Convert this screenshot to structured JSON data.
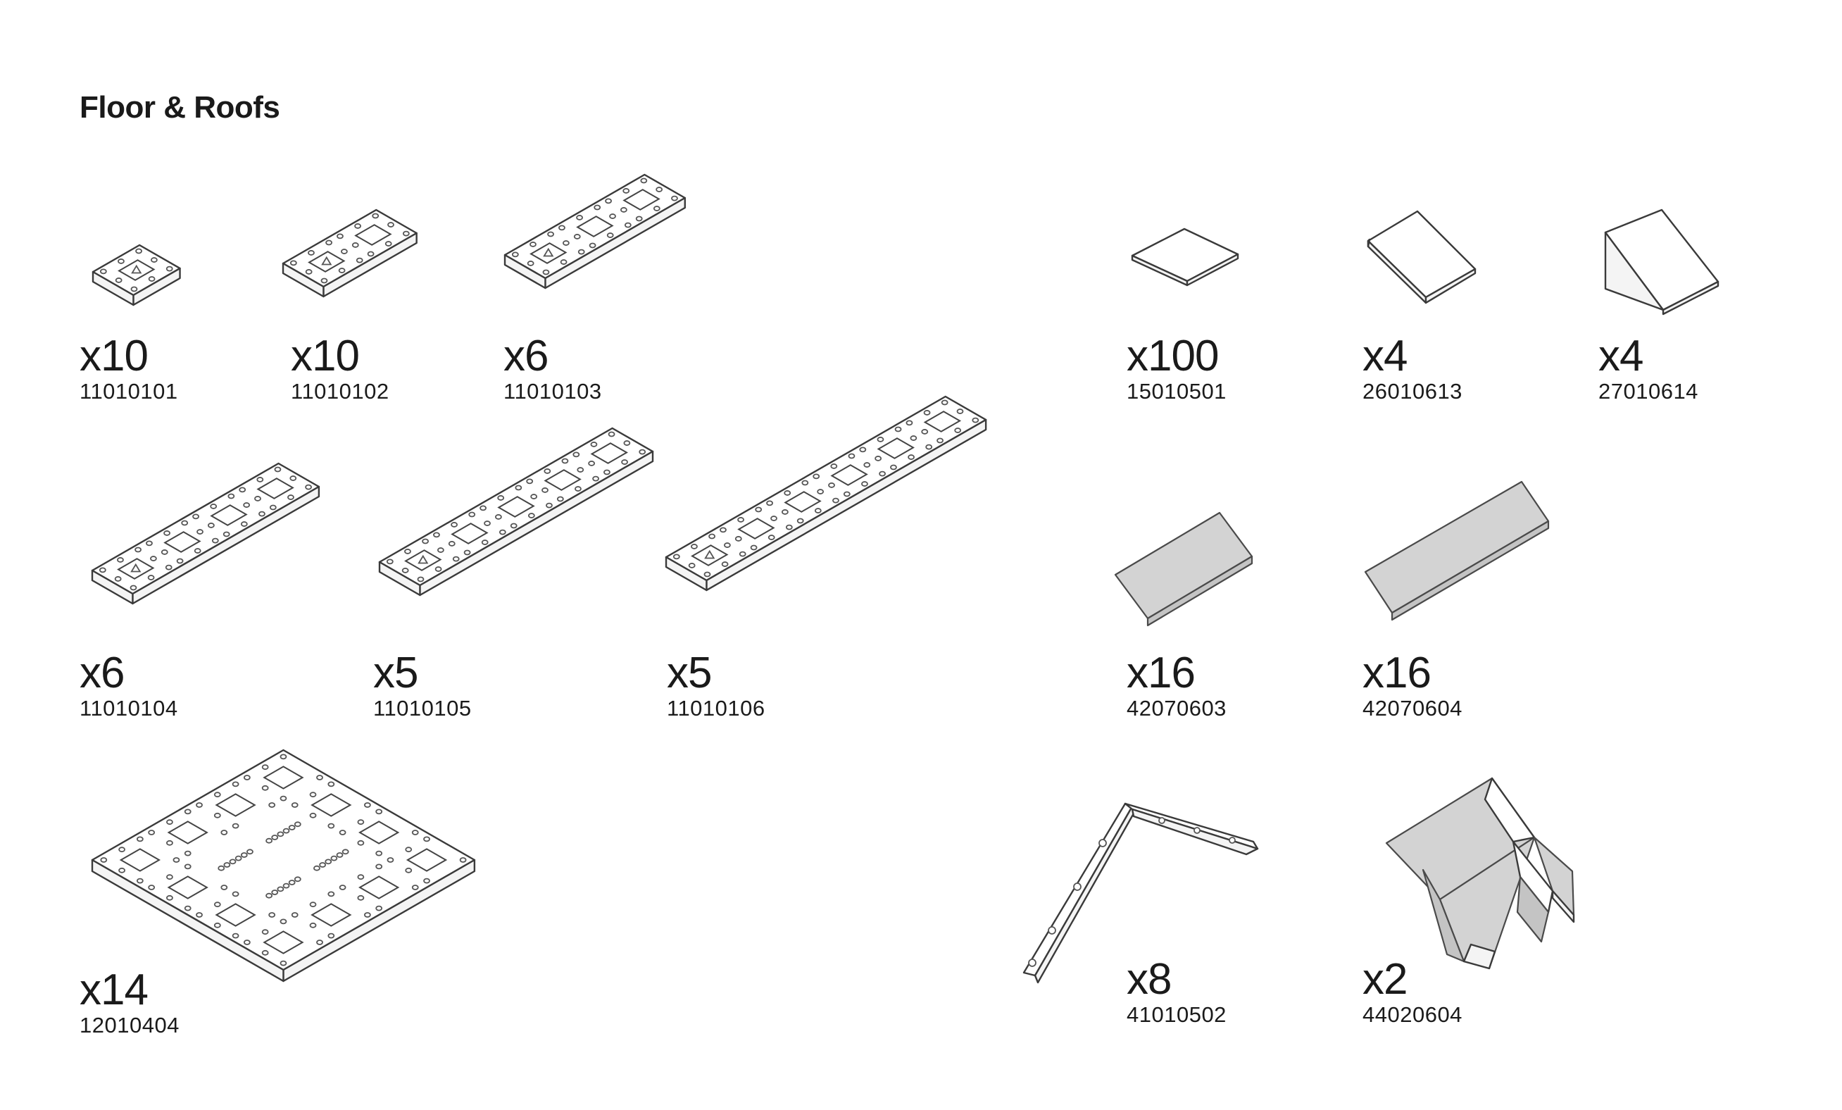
{
  "page": {
    "title": "Floor & Roofs"
  },
  "parts": [
    {
      "id": "p1",
      "quantity": "x10",
      "code": "11010101"
    },
    {
      "id": "p2",
      "quantity": "x10",
      "code": "11010102"
    },
    {
      "id": "p3",
      "quantity": "x6",
      "code": "11010103"
    },
    {
      "id": "p4",
      "quantity": "x100",
      "code": "15010501"
    },
    {
      "id": "p5",
      "quantity": "x4",
      "code": "26010613"
    },
    {
      "id": "p6",
      "quantity": "x4",
      "code": "27010614"
    },
    {
      "id": "p7",
      "quantity": "x6",
      "code": "11010104"
    },
    {
      "id": "p8",
      "quantity": "x5",
      "code": "11010105"
    },
    {
      "id": "p9",
      "quantity": "x5",
      "code": "11010106"
    },
    {
      "id": "p10",
      "quantity": "x16",
      "code": "42070603"
    },
    {
      "id": "p11",
      "quantity": "x16",
      "code": "42070604"
    },
    {
      "id": "p12",
      "quantity": "x14",
      "code": "12010404"
    },
    {
      "id": "p13",
      "quantity": "x8",
      "code": "41010502"
    },
    {
      "id": "p14",
      "quantity": "x2",
      "code": "44020604"
    }
  ]
}
